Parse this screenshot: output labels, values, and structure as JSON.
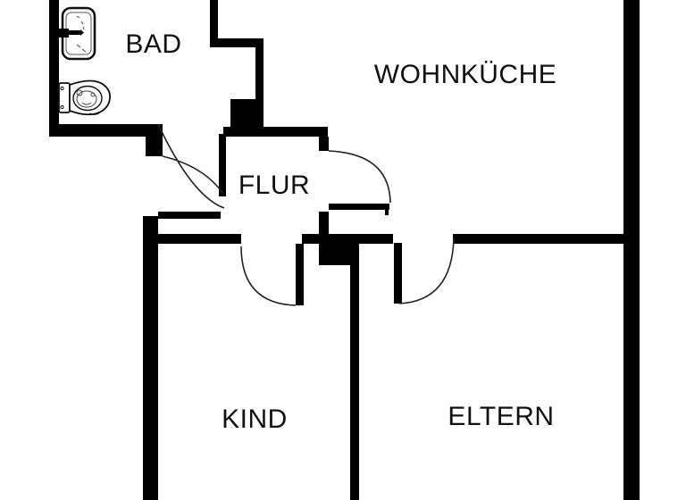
{
  "title": "Apartment floor plan",
  "rooms": {
    "bad": {
      "label": "BAD"
    },
    "wohnkueche": {
      "label": "WOHNKÜCHE"
    },
    "flur": {
      "label": "FLUR"
    },
    "kind": {
      "label": "KIND"
    },
    "eltern": {
      "label": "ELTERN"
    }
  },
  "fixtures": {
    "sink": "washbasin-icon",
    "toilet": "toilet-icon"
  },
  "doors": [
    "bad-flur-door-swing",
    "flur-wohnkueche-door-swing",
    "kind-door-swing",
    "eltern-door-swing"
  ],
  "colors": {
    "wall": "#000000",
    "background": "#ffffff",
    "text": "#111111",
    "arc": "#222222"
  }
}
